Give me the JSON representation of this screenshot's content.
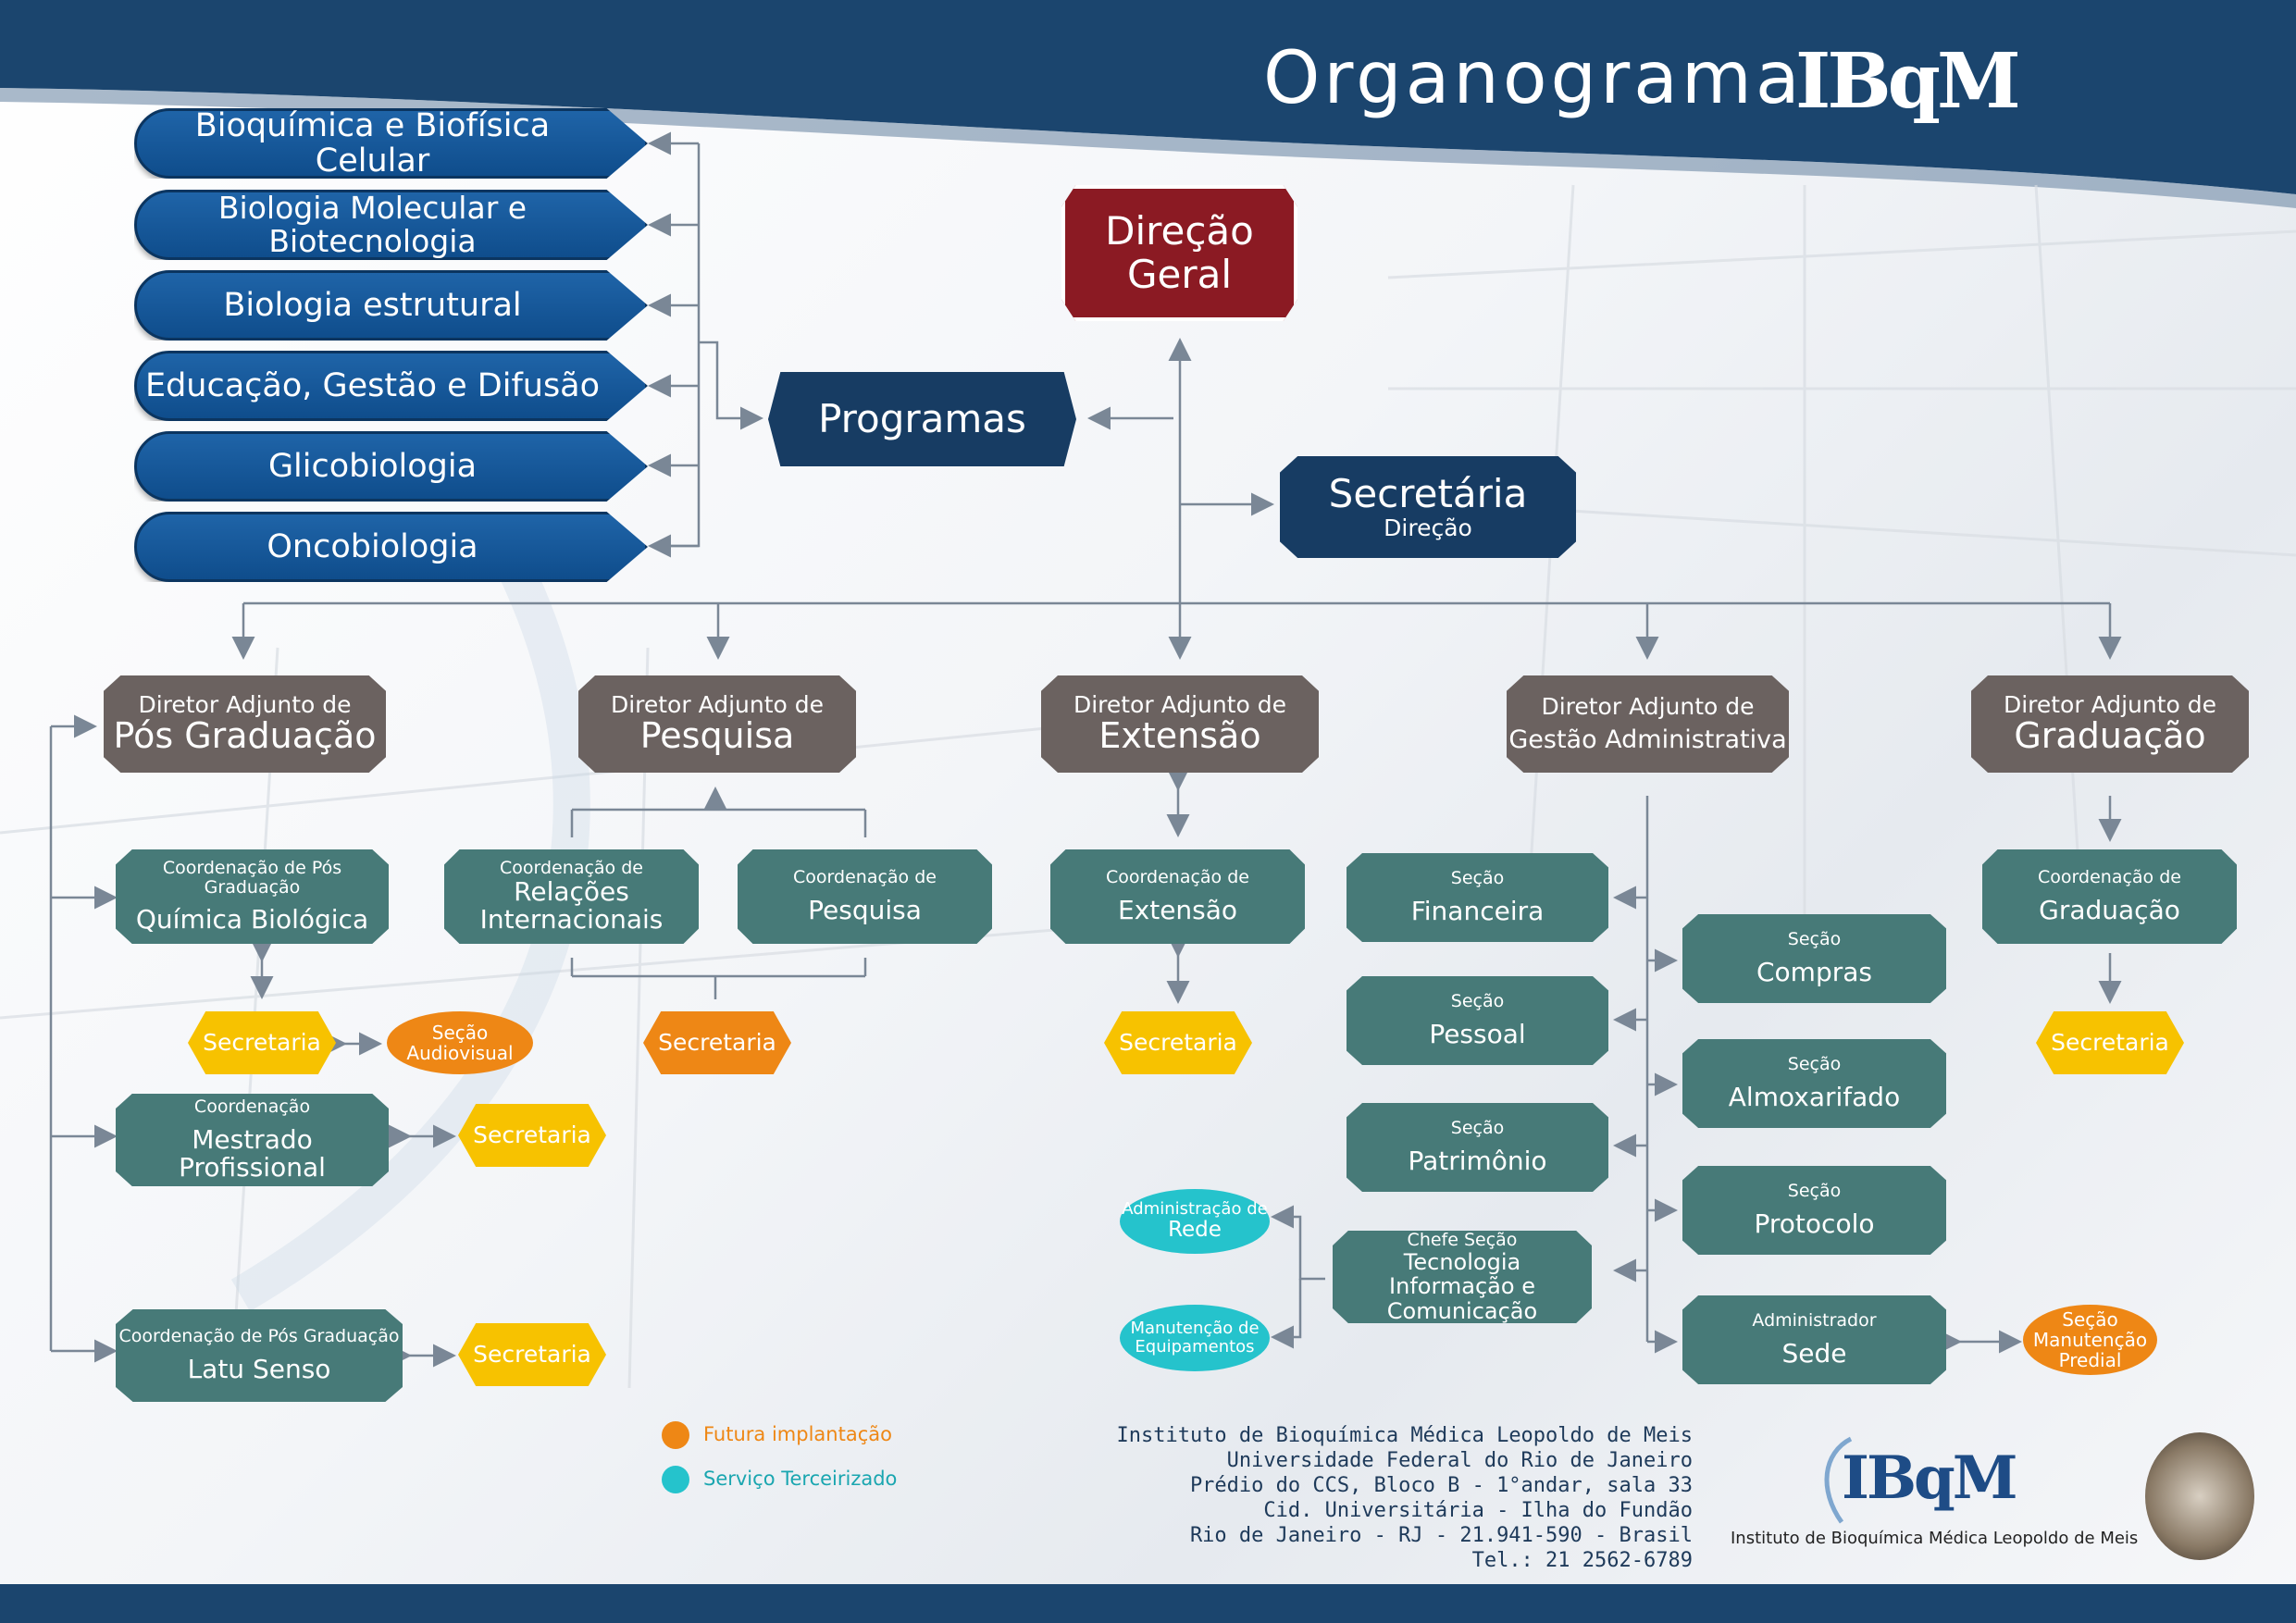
{
  "header": {
    "title": "Organograma",
    "brand": "IBqM"
  },
  "programs": [
    "Bioquímica e Biofísica Celular",
    "Biologia Molecular e Biotecnologia",
    "Biologia estrutural",
    "Educação, Gestão  e Difusão",
    "Glicobiologia",
    "Oncobiologia"
  ],
  "programas": "Programas",
  "direcao_geral": {
    "line1": "Direção",
    "line2": "Geral"
  },
  "secretaria_direcao": {
    "title": "Secretária",
    "sub": "Direção"
  },
  "directors": [
    {
      "prefix": "Diretor Adjunto de",
      "name": "Pós Graduação"
    },
    {
      "prefix": "Diretor Adjunto de",
      "name": "Pesquisa"
    },
    {
      "prefix": "Diretor Adjunto de",
      "name": "Extensão"
    },
    {
      "prefix": "Diretor Adjunto de",
      "name": "Gestão Administrativa"
    },
    {
      "prefix": "Diretor Adjunto de",
      "name": "Graduação"
    }
  ],
  "coordinations": {
    "qb": {
      "prefix": "Coordenação de Pós Graduação",
      "name": "Química Biológica"
    },
    "mp": {
      "prefix": "Coordenação",
      "name": "Mestrado Profissional"
    },
    "ls": {
      "prefix": "Coordenação de Pós Graduação",
      "name": "Latu Senso"
    },
    "ri": {
      "prefix": "Coordenação de",
      "name": "Relações Internacionais"
    },
    "pq": {
      "prefix": "Coordenação de",
      "name": "Pesquisa"
    },
    "ex": {
      "prefix": "Coordenação de",
      "name": "Extensão"
    },
    "gr": {
      "prefix": "Coordenação de",
      "name": "Graduação"
    }
  },
  "secretaria": "Secretaria",
  "audiovisual": {
    "line1": "Seção",
    "line2": "Audiovisual"
  },
  "sections": {
    "financeira": {
      "prefix": "Seção",
      "name": "Financeira"
    },
    "compras": {
      "prefix": "Seção",
      "name": "Compras"
    },
    "pessoal": {
      "prefix": "Seção",
      "name": "Pessoal"
    },
    "almoxarifado": {
      "prefix": "Seção",
      "name": "Almoxarifado"
    },
    "patrimonio": {
      "prefix": "Seção",
      "name": "Patrimônio"
    },
    "protocolo": {
      "prefix": "Seção",
      "name": "Protocolo"
    },
    "ti": {
      "prefix": "Chefe Seção",
      "name": "Tecnologia Informação e Comunicação"
    },
    "sede": {
      "prefix": "Administrador",
      "name": "Sede"
    }
  },
  "rede": {
    "line1": "Administração de",
    "line2": "Rede"
  },
  "equip": {
    "line1": "Manutenção de",
    "line2": "Equipamentos"
  },
  "predial": {
    "line1": "Seção",
    "line2": "Manutenção",
    "line3": "Predial"
  },
  "legend": {
    "future": "Futura implantação",
    "outsourced": "Serviço Terceirizado"
  },
  "address": [
    "Instituto de Bioquímica Médica Leopoldo de Meis",
    "Universidade Federal do Rio de Janeiro",
    "Prédio do CCS, Bloco B - 1°andar, sala 33",
    "Cid. Universitária - Ilha do Fundão",
    "Rio de Janeiro - RJ - 21.941-590 - Brasil",
    "Tel.: 21 2562-6789"
  ],
  "logo": {
    "name": "IBqM",
    "subtitle": "Instituto de Bioquímica Médica Leopoldo de Meis"
  },
  "colors": {
    "navy": "#173c63",
    "red": "#8b1a23",
    "gray": "#6b6260",
    "teal": "#477a78",
    "blue": "#1561a6",
    "yellow": "#f7c200",
    "orange": "#ee8715",
    "cyan": "#25c3cc"
  }
}
